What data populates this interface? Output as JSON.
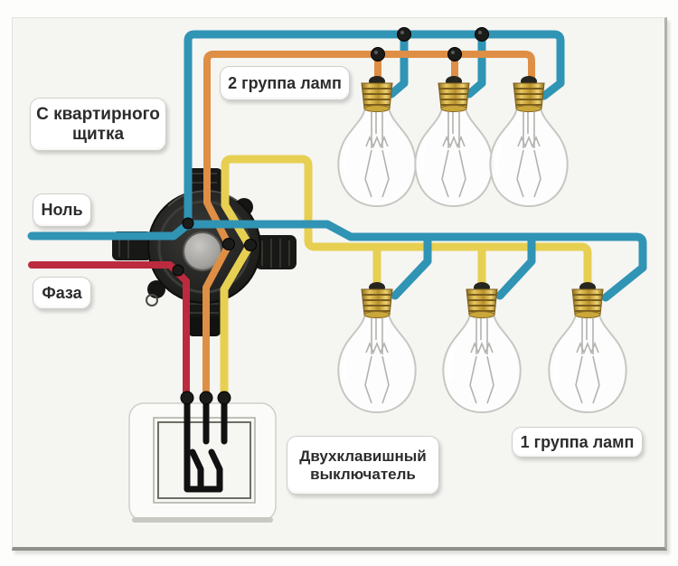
{
  "diagram": {
    "labels": {
      "from_panel": {
        "line1": "С квартирного",
        "line2": "щитка"
      },
      "neutral": "Ноль",
      "phase": "Фаза",
      "lamp_group_2": "2 группа ламп",
      "lamp_group_1": "1 группа ламп",
      "switch": {
        "line1": "Двухклавишный",
        "line2": "выключатель"
      }
    },
    "wire_colors": {
      "neutral_blue": "#3094b4",
      "phase_red": "#bb2b3d",
      "group2_orange": "#de8f45",
      "group1_yellow": "#e7cf52",
      "connector_black": "#1b1b19"
    },
    "components": {
      "lamp_group_1_bulbs": 3,
      "lamp_group_2_bulbs": 3,
      "switch_gangs": 2,
      "junction_boxes": 1
    }
  }
}
